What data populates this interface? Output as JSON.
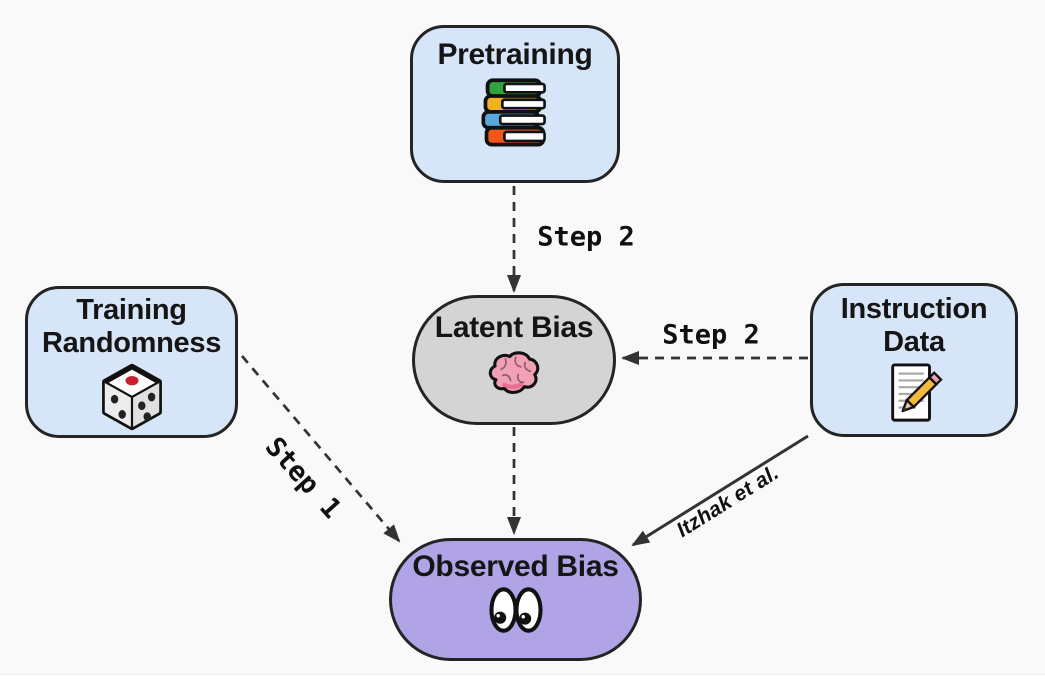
{
  "diagram": {
    "title": "Sources of bias diagram",
    "nodes": {
      "pretraining": {
        "label": "Pretraining",
        "icon": "books-icon",
        "fill": "#d6e5f8"
      },
      "training_randomness": {
        "label_line1": "Training",
        "label_line2": "Randomness",
        "icon": "die-icon",
        "fill": "#d6e5f8"
      },
      "instruction_data": {
        "label_line1": "Instruction",
        "label_line2": "Data",
        "icon": "memo-icon",
        "fill": "#d6e5f8"
      },
      "latent_bias": {
        "label": "Latent Bias",
        "icon": "brain-icon",
        "fill": "#d4d4d4"
      },
      "observed_bias": {
        "label": "Observed Bias",
        "icon": "eyes-icon",
        "fill": "#b1a4e6"
      }
    },
    "edges": {
      "pretraining_to_latent": {
        "label": "Step 2",
        "style": "dashed",
        "from": "pretraining",
        "to": "latent_bias"
      },
      "instruction_to_latent": {
        "label": "Step 2",
        "style": "dashed",
        "from": "instruction_data",
        "to": "latent_bias"
      },
      "latent_to_observed": {
        "label": "",
        "style": "dashed",
        "from": "latent_bias",
        "to": "observed_bias"
      },
      "randomness_to_observed": {
        "label": "Step 1",
        "style": "dashed",
        "from": "training_randomness",
        "to": "observed_bias"
      },
      "instruction_to_observed": {
        "label": "Itzhak et al.",
        "style": "solid",
        "from": "instruction_data",
        "to": "observed_bias"
      }
    },
    "colors": {
      "background": "#f9f9f9",
      "node_blue": "#d6e5f8",
      "node_gray": "#d4d4d4",
      "node_purple": "#b1a4e6",
      "node_border": "#242424",
      "arrow": "#333333",
      "text": "#151515"
    }
  }
}
